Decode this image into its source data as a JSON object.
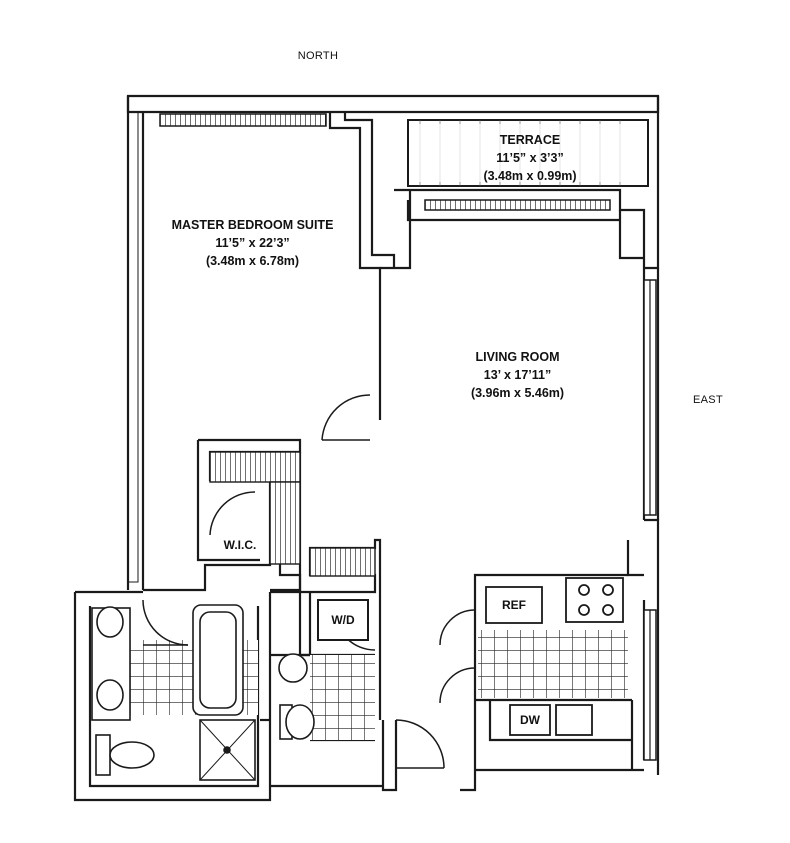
{
  "compass": {
    "north": "NORTH",
    "east": "EAST"
  },
  "rooms": {
    "terrace": {
      "name": "TERRACE",
      "dims_imperial": "11’5” x 3’3”",
      "dims_metric": "(3.48m x 0.99m)"
    },
    "master_bedroom": {
      "name": "MASTER BEDROOM SUITE",
      "dims_imperial": "11’5” x 22’3”",
      "dims_metric": "(3.48m x 6.78m)"
    },
    "living_room": {
      "name": "LIVING ROOM",
      "dims_imperial": "13’ x 17’11”",
      "dims_metric": "(3.96m x 5.46m)"
    }
  },
  "labels": {
    "walk_in_closet": "W.I.C.",
    "washer_dryer": "W/D",
    "refrigerator": "REF",
    "dishwasher": "DW"
  },
  "colors": {
    "wall": "#1a1a1a",
    "floor": "#ffffff"
  }
}
